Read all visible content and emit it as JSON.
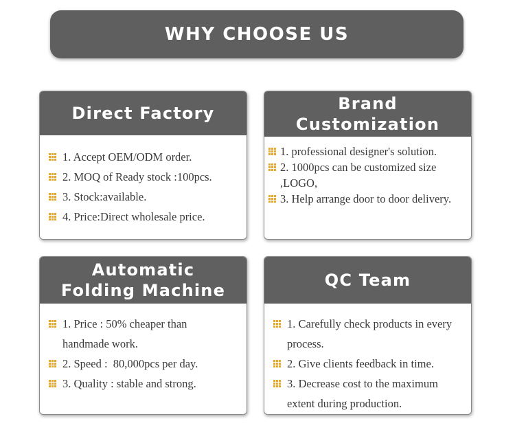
{
  "banner": {
    "title": "WHY CHOOSE US"
  },
  "colors": {
    "header_bg": "#606060",
    "bullet": "#e7a72a",
    "text": "#3a3a3a"
  },
  "cards": [
    {
      "title": "Direct Factory",
      "items": [
        "1. Accept OEM/ODM order.",
        "2. MOQ of Ready stock :100pcs.",
        "3. Stock:available.",
        "4. Price:Direct wholesale price."
      ]
    },
    {
      "title": "Brand Customization",
      "items": [
        "1. professional designer's solution.",
        "2. 1000pcs can be customized size ,LOGO,",
        "3. Help arrange door to door delivery."
      ]
    },
    {
      "title": "Automatic Folding Machine",
      "items": [
        "1. Price : 50% cheaper than handmade work.",
        "2. Speed :  80,000pcs per day.",
        "3. Quality : stable and strong."
      ]
    },
    {
      "title": "QC Team",
      "items": [
        "1. Carefully check products in every process.",
        "2. Give clients feedback in time.",
        "3. Decrease cost to the maximum extent during production."
      ]
    }
  ]
}
